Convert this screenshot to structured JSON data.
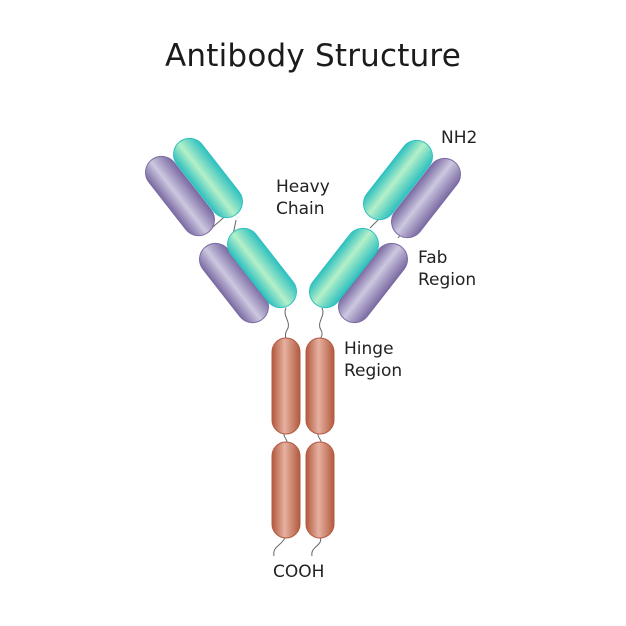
{
  "title": "Antibody Structure",
  "labels": {
    "nh2": "NH2",
    "heavy_chain": [
      "Heavy",
      "Chain"
    ],
    "fab_region": [
      "Fab",
      "Region"
    ],
    "hinge_region": [
      "Hinge",
      "Region"
    ],
    "cooh": "COOH"
  },
  "colors": {
    "heavy_chain_light": "#b5f0c8",
    "heavy_chain_dark": "#2ec0c0",
    "light_chain_light": "#cdc8e0",
    "light_chain_dark": "#7a6aa2",
    "fc_light": "#e6b0a0",
    "fc_dark": "#b25a3e",
    "link_line": "#666666"
  }
}
